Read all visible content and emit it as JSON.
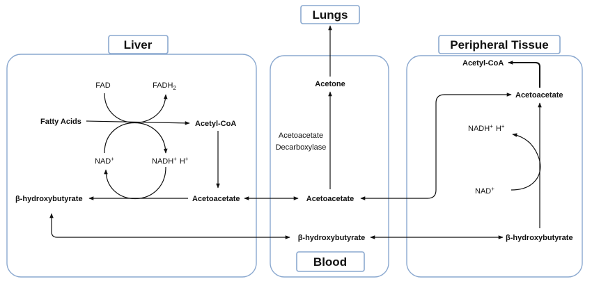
{
  "titles": {
    "lungs": "Lungs",
    "liver": "Liver",
    "peripheral": "Peripheral Tissue",
    "blood": "Blood"
  },
  "liver": {
    "fad": "FAD",
    "fadh2": "FADH",
    "fadh2_sub": "2",
    "fatty_acids": "Fatty Acids",
    "acetyl_coa": "Acetyl-CoA",
    "nad": "NAD",
    "nad_sup": "+",
    "nadh": "NADH",
    "nadh_sup": "+",
    "h": "H",
    "h_sup": "+",
    "bhb": "β-hydroxybutyrate",
    "acetoacetate": "Acetoacetate"
  },
  "blood": {
    "acetone": "Acetone",
    "enzyme_line1": "Acetoacetate",
    "enzyme_line2": "Decarboxylase",
    "acetoacetate": "Acetoacetate",
    "bhb": "β-hydroxybutyrate"
  },
  "peripheral": {
    "acetyl_coa": "Acetyl-CoA",
    "acetoacetate": "Acetoacetate",
    "nadh": "NADH",
    "nadh_sup": "+",
    "h": "H",
    "h_sup": "+",
    "nad": "NAD",
    "nad_sup": "+",
    "bhb": "β-hydroxybutyrate"
  },
  "colors": {
    "box_border": "#8aa8cf",
    "arrow": "#111111",
    "text": "#111111"
  }
}
